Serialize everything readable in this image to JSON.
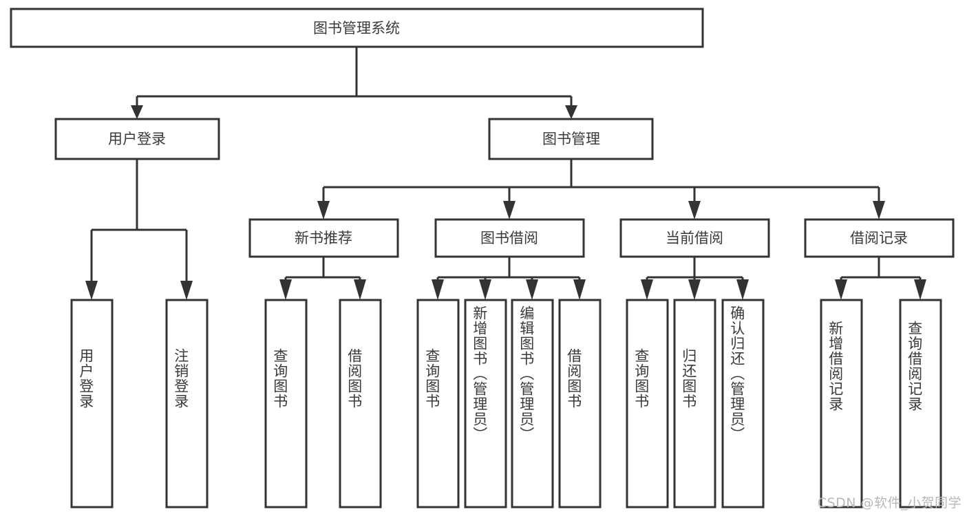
{
  "diagram": {
    "type": "hierarchy-tree",
    "title": "图书管理系统",
    "root": {
      "id": "root",
      "label": "图书管理系统",
      "level": 0
    },
    "level1": [
      {
        "id": "user-login",
        "label": "用户登录"
      },
      {
        "id": "book-manage",
        "label": "图书管理"
      }
    ],
    "level2": [
      {
        "id": "new-book-recommend",
        "label": "新书推荐",
        "parent": "book-manage"
      },
      {
        "id": "book-borrow",
        "label": "图书借阅",
        "parent": "book-manage"
      },
      {
        "id": "current-borrow",
        "label": "当前借阅",
        "parent": "book-manage"
      },
      {
        "id": "borrow-record",
        "label": "借阅记录",
        "parent": "book-manage"
      }
    ],
    "leaves": {
      "user_login": [
        {
          "id": "leaf-user-login",
          "label": "用户登录"
        },
        {
          "id": "leaf-user-logout",
          "label": "注销登录"
        }
      ],
      "new_book_recommend": [
        {
          "id": "leaf-query-book-1",
          "label": "查询图书"
        },
        {
          "id": "leaf-borrow-book-1",
          "label": "借阅图书"
        }
      ],
      "book_borrow": [
        {
          "id": "leaf-query-book-2",
          "label": "查询图书"
        },
        {
          "id": "leaf-add-book",
          "label": "新增图书（管理员）"
        },
        {
          "id": "leaf-edit-book",
          "label": "编辑图书（管理员）"
        },
        {
          "id": "leaf-borrow-book-2",
          "label": "借阅图书"
        }
      ],
      "current_borrow": [
        {
          "id": "leaf-query-book-3",
          "label": "查询图书"
        },
        {
          "id": "leaf-return-book",
          "label": "归还图书"
        },
        {
          "id": "leaf-confirm-return",
          "label": "确认归还（管理员）"
        }
      ],
      "borrow_record": [
        {
          "id": "leaf-add-record",
          "label": "新增借阅记录"
        },
        {
          "id": "leaf-query-record",
          "label": "查询借阅记录"
        }
      ]
    }
  },
  "watermark": {
    "text": "CSDN @软件_小贺同学"
  },
  "colors": {
    "stroke": "#333333",
    "text": "#3a3a3a",
    "background": "#ffffff",
    "watermark": "#b8b8b8"
  }
}
